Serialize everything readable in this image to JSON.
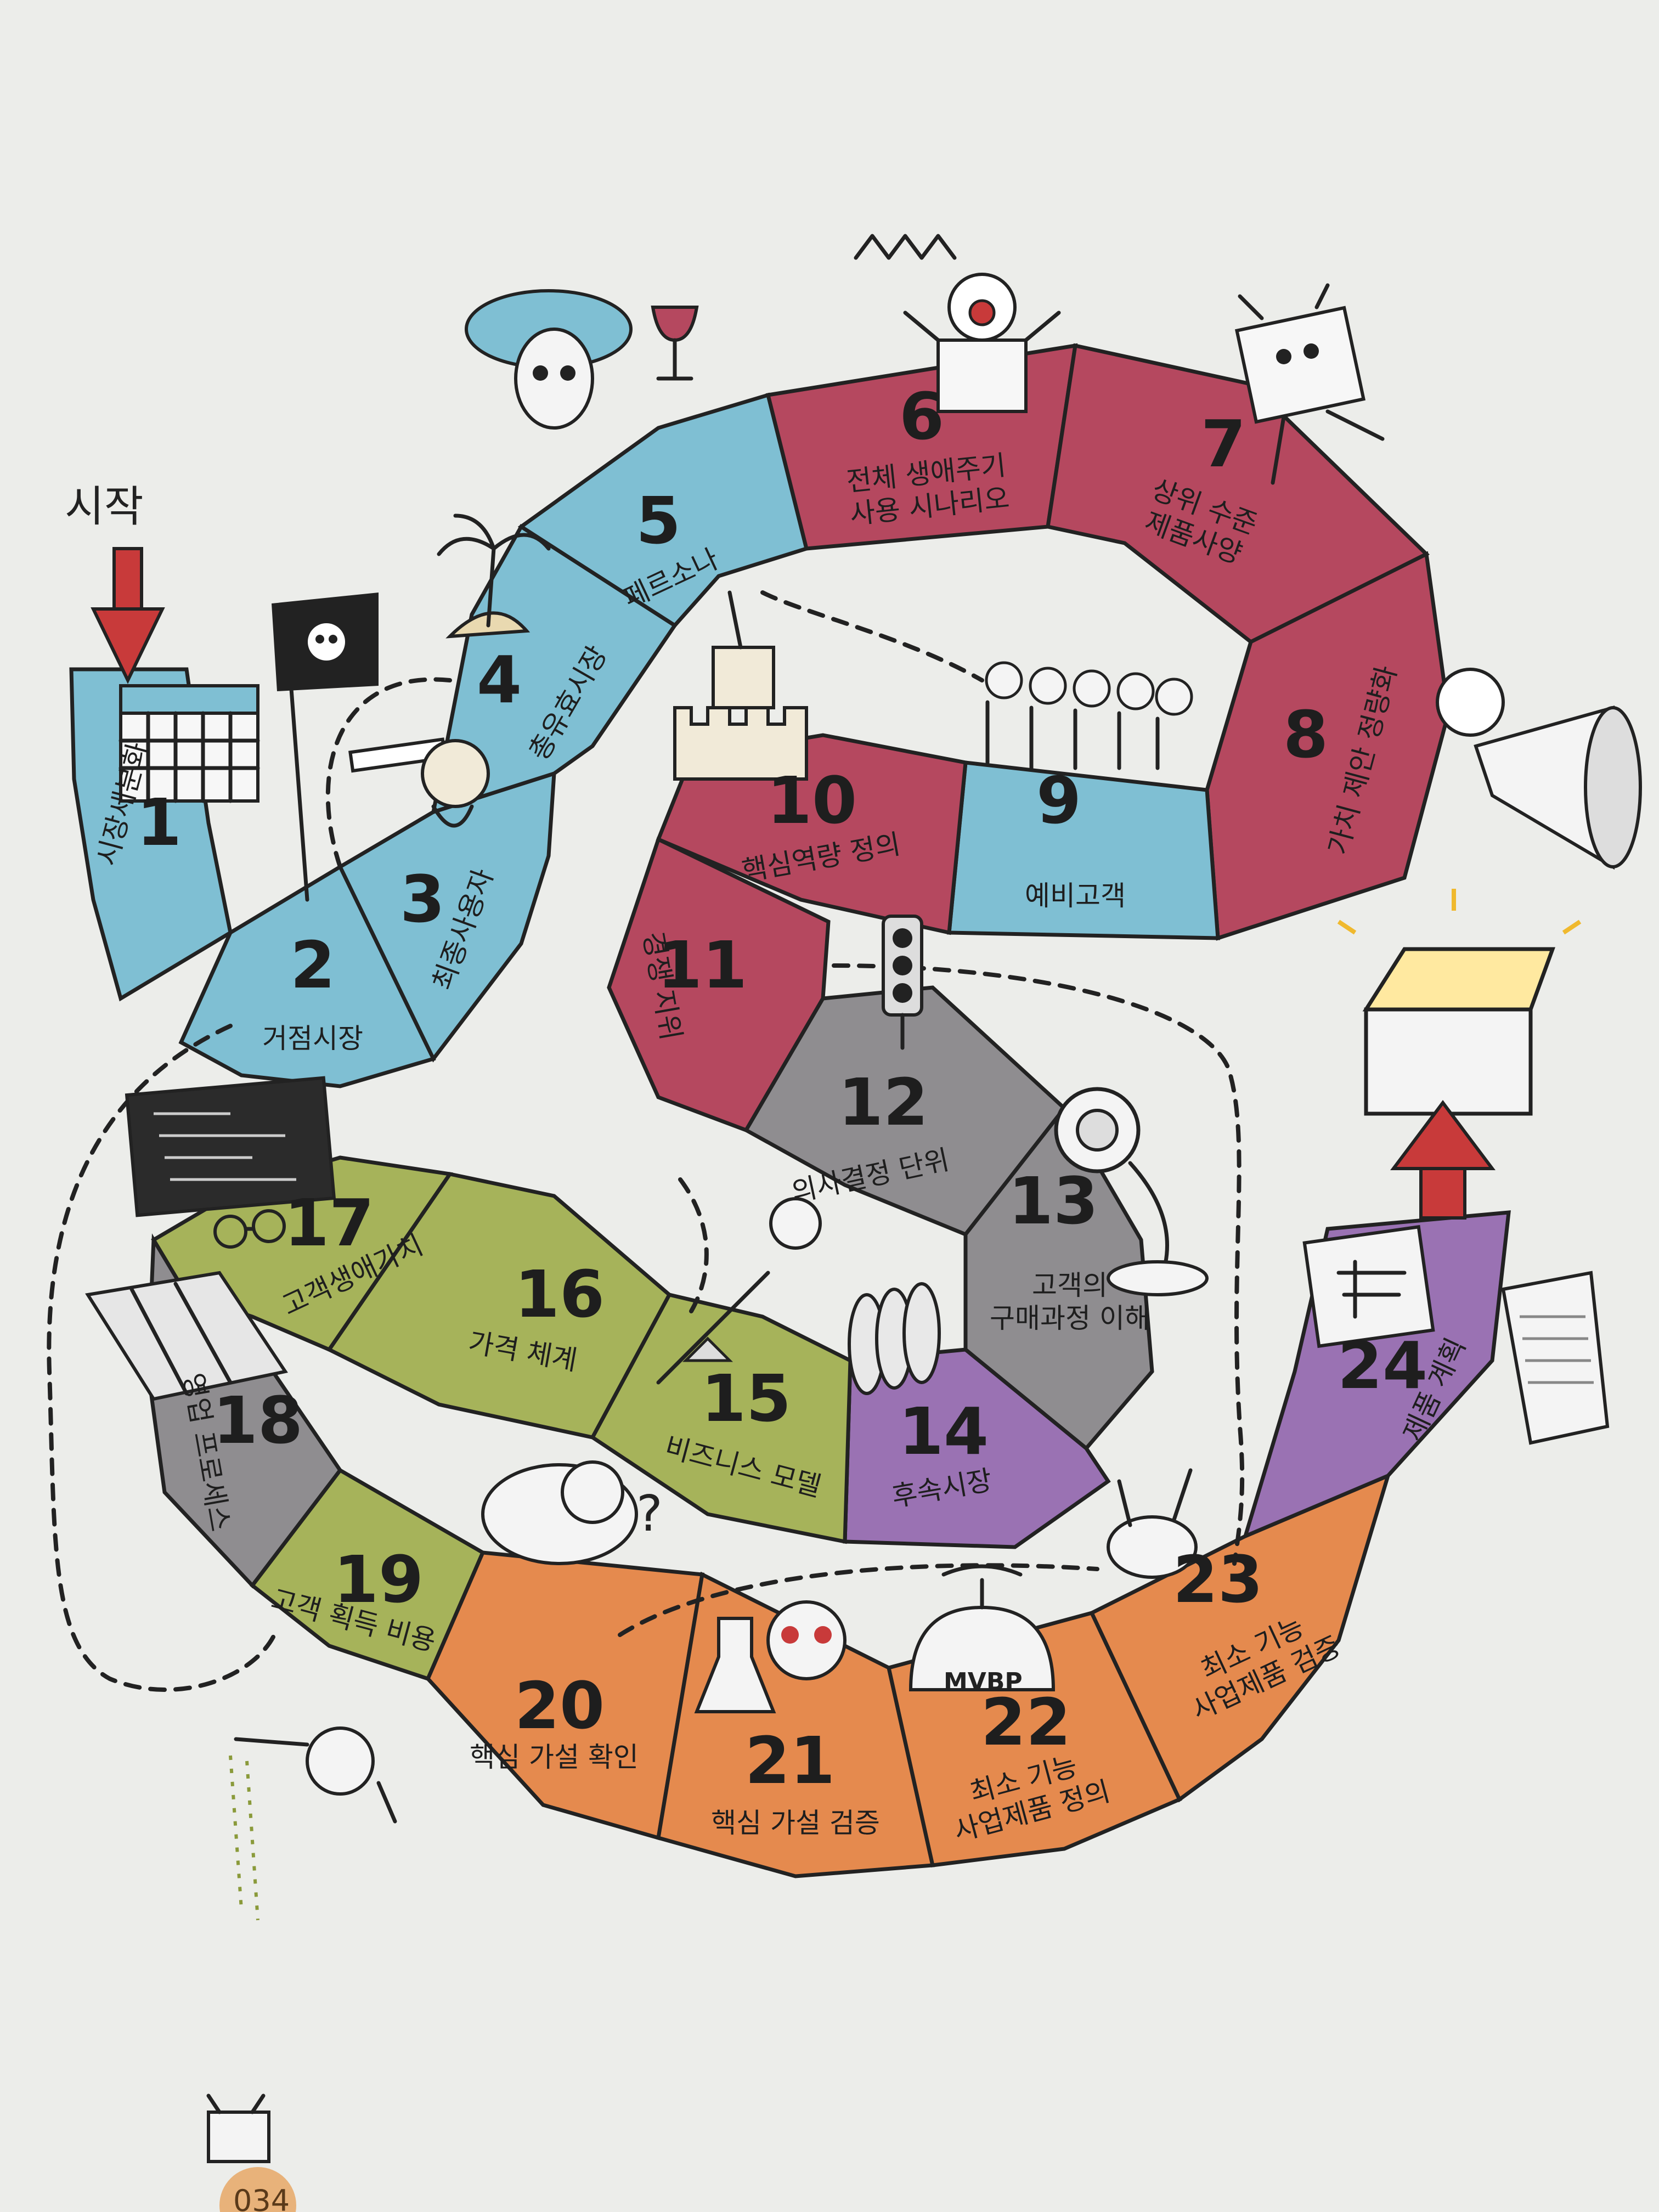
{
  "start_label": "시작",
  "page_number": "034",
  "colors": {
    "blue": "#7fbfd3",
    "crimson": "#b5485f",
    "gray": "#8f8d90",
    "purple": "#9a72b3",
    "green": "#a6b35a",
    "orange": "#e58a4e",
    "chest_arrow": "#c83a3a",
    "start_arrow": "#c83a3a"
  },
  "steps": [
    {
      "num": "1",
      "lines": [
        "시장세분화"
      ],
      "color": "blue"
    },
    {
      "num": "2",
      "lines": [
        "거점시장"
      ],
      "color": "blue"
    },
    {
      "num": "3",
      "lines": [
        "최종사용자"
      ],
      "color": "blue"
    },
    {
      "num": "4",
      "lines": [
        "총유효시장"
      ],
      "color": "blue"
    },
    {
      "num": "5",
      "lines": [
        "페르소나"
      ],
      "color": "blue"
    },
    {
      "num": "6",
      "lines": [
        "전체 생애주기",
        "사용 시나리오"
      ],
      "color": "crimson"
    },
    {
      "num": "7",
      "lines": [
        "상위 수준",
        "제품사양"
      ],
      "color": "crimson"
    },
    {
      "num": "8",
      "lines": [
        "가치 제안 정량화"
      ],
      "color": "crimson"
    },
    {
      "num": "9",
      "lines": [
        "예비고객"
      ],
      "color": "blue"
    },
    {
      "num": "10",
      "lines": [
        "핵심역량 정의"
      ],
      "color": "crimson"
    },
    {
      "num": "11",
      "lines": [
        "경쟁 지위"
      ],
      "color": "crimson"
    },
    {
      "num": "12",
      "lines": [
        "의사결정 단위"
      ],
      "color": "gray"
    },
    {
      "num": "13",
      "lines": [
        "고객의",
        "구매과정 이해"
      ],
      "color": "gray"
    },
    {
      "num": "14",
      "lines": [
        "후속시장"
      ],
      "color": "purple"
    },
    {
      "num": "15",
      "lines": [
        "비즈니스 모델"
      ],
      "color": "green"
    },
    {
      "num": "16",
      "lines": [
        "가격 체계"
      ],
      "color": "green"
    },
    {
      "num": "17",
      "lines": [
        "고객생애가치"
      ],
      "color": "green"
    },
    {
      "num": "18",
      "lines": [
        "영업 프로세스"
      ],
      "color": "gray"
    },
    {
      "num": "19",
      "lines": [
        "고객 획득 비용"
      ],
      "color": "green"
    },
    {
      "num": "20",
      "lines": [
        "핵심 가설 확인"
      ],
      "color": "orange"
    },
    {
      "num": "21",
      "lines": [
        "핵심 가설 검증"
      ],
      "color": "orange"
    },
    {
      "num": "22",
      "lines": [
        "최소 기능",
        "사업제품 정의"
      ],
      "color": "orange"
    },
    {
      "num": "23",
      "lines": [
        "최소 기능",
        "사업제품 검증"
      ],
      "color": "orange"
    },
    {
      "num": "24",
      "lines": [
        "제품 계획"
      ],
      "color": "purple"
    }
  ],
  "illustrations": [
    {
      "name": "calendar-icon"
    },
    {
      "name": "pirate-flag-icon"
    },
    {
      "name": "telescope-pirate-icon"
    },
    {
      "name": "palm-island-icon"
    },
    {
      "name": "tourist-with-wine-icon"
    },
    {
      "name": "jack-in-the-box-icon"
    },
    {
      "name": "running-robot-icon"
    },
    {
      "name": "megaphone-icon"
    },
    {
      "name": "sandcastle-icon"
    },
    {
      "name": "crowd-icon"
    },
    {
      "name": "traffic-light-icon"
    },
    {
      "name": "camera-photographer-icon"
    },
    {
      "name": "bowling-pins-icon"
    },
    {
      "name": "seesaw-icon"
    },
    {
      "name": "chalkboard-icon"
    },
    {
      "name": "map-icon"
    },
    {
      "name": "glasses-icon"
    },
    {
      "name": "thinker-with-question-icon"
    },
    {
      "name": "scientist-flask-icon"
    },
    {
      "name": "igloo-icon",
      "text": "MVBP"
    },
    {
      "name": "dog-icon"
    },
    {
      "name": "blueprint-icon"
    },
    {
      "name": "treasure-chest-icon"
    },
    {
      "name": "newspaper-icon"
    },
    {
      "name": "hanging-man-icon"
    },
    {
      "name": "robot-mascot-icon"
    }
  ]
}
